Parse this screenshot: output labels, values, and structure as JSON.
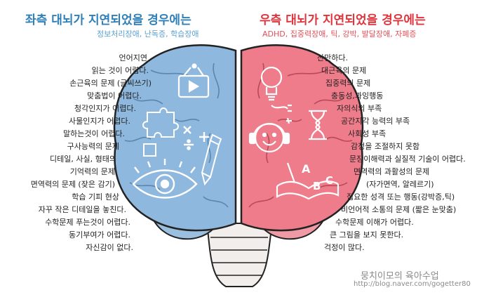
{
  "left": {
    "title": "좌측 대뇌가 지연되었을 경우에는",
    "subtitle": "정보처리장애, 난독증, 학습장애",
    "color": "#2f80b8",
    "symptoms": [
      "언어지연",
      "읽는 것이 어렵다.",
      "손근육의 문제 (글씨쓰기)",
      "맞춤법이 어렵다.",
      "청각인지가 어렵다.",
      "사물인지가 어렵다.",
      "말하는것이 어렵다.",
      "구사능력의 문제",
      "디테일, 사실, 형태의",
      "기억력의 문제",
      "면역력의 문제 (잦은 감기)",
      "학습 기피 현상",
      "자꾸 작은 디테일을 놓친다.",
      "수학문제 푸는것이 어렵다.",
      "동기부여가 어렵다.",
      "자신감이 없다."
    ]
  },
  "right": {
    "title": "우측 대뇌가 지연되었을 경우에는",
    "subtitle": "ADHD, 집중력장애, 틱, 강박, 발달장애, 자폐증",
    "color": "#e0343c",
    "symptoms": [
      "산만하다.",
      "대근육의 문제",
      "집중력의 문제",
      "충동성,과잉행동",
      "자의식의 부족",
      "공간지각 능력의 부족",
      "사회성 부족",
      "감정을 조절하지 못함",
      "문장이해력과 실질적 기술이 어렵다.",
      "면역력의 과활성의 문제",
      "(자가면역, 알레르기)",
      "집요한 성격 또는 행동(강박증,틱)",
      "비언어적 소통의 문제 (짧은 눈맞춤)",
      "수학문제 이해가 어렵다.",
      "큰 그림을 보지 못한다.",
      "걱정이 많다."
    ]
  },
  "icons": [
    "tv-icon",
    "puzzle-icon",
    "math-symbols-icon",
    "pencil-icon",
    "eye-icon",
    "lightbulb-icon",
    "hourglass-icon",
    "smiley-headphones-icon",
    "book-abc-icon"
  ],
  "watermark": {
    "line1": "뭉치이모의 육아수업",
    "line2": "http://blog.naver.com/gogetter80"
  }
}
